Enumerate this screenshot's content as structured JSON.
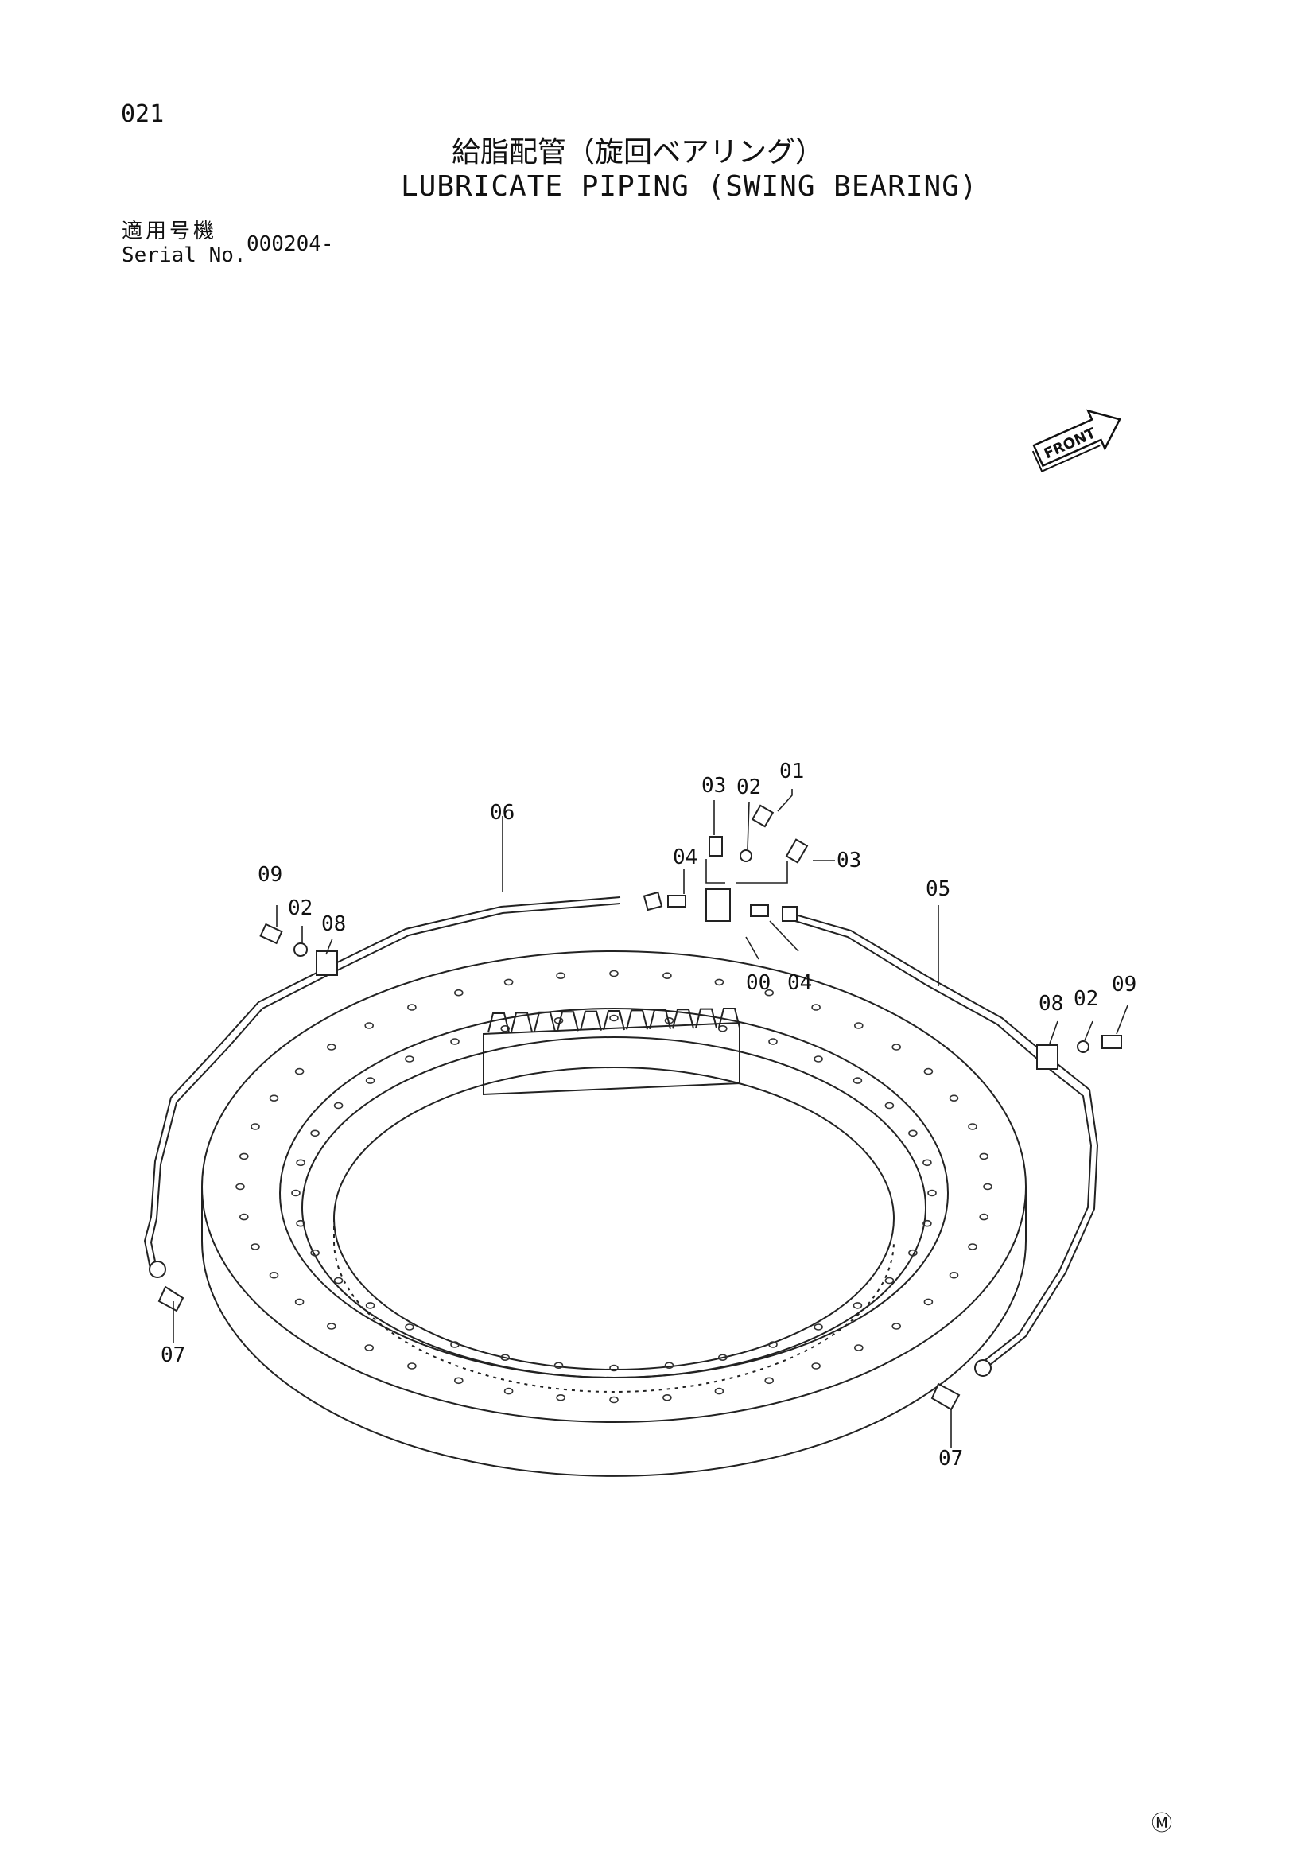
{
  "header": {
    "page_number": "021",
    "title_jp": "給脂配管（旋回ベアリング）",
    "title_en": "LUBRICATE PIPING (SWING BEARING)",
    "serial_label_jp": "適用号機",
    "serial_label_en": "Serial No.",
    "serial_value": "000204-"
  },
  "front_label": "FRONT",
  "footer_mark": "Ⓜ",
  "callouts": {
    "c01": "01",
    "c02_top": "02",
    "c03_left": "03",
    "c03_right": "03",
    "c04_top": "04",
    "c04_bottom": "04",
    "c00": "00",
    "c05": "05",
    "c06": "06",
    "c07_left": "07",
    "c07_right": "07",
    "c08_left": "08",
    "c08_right": "08",
    "c02_left": "02",
    "c02_right": "02",
    "c09_left": "09",
    "c09_right": "09"
  }
}
